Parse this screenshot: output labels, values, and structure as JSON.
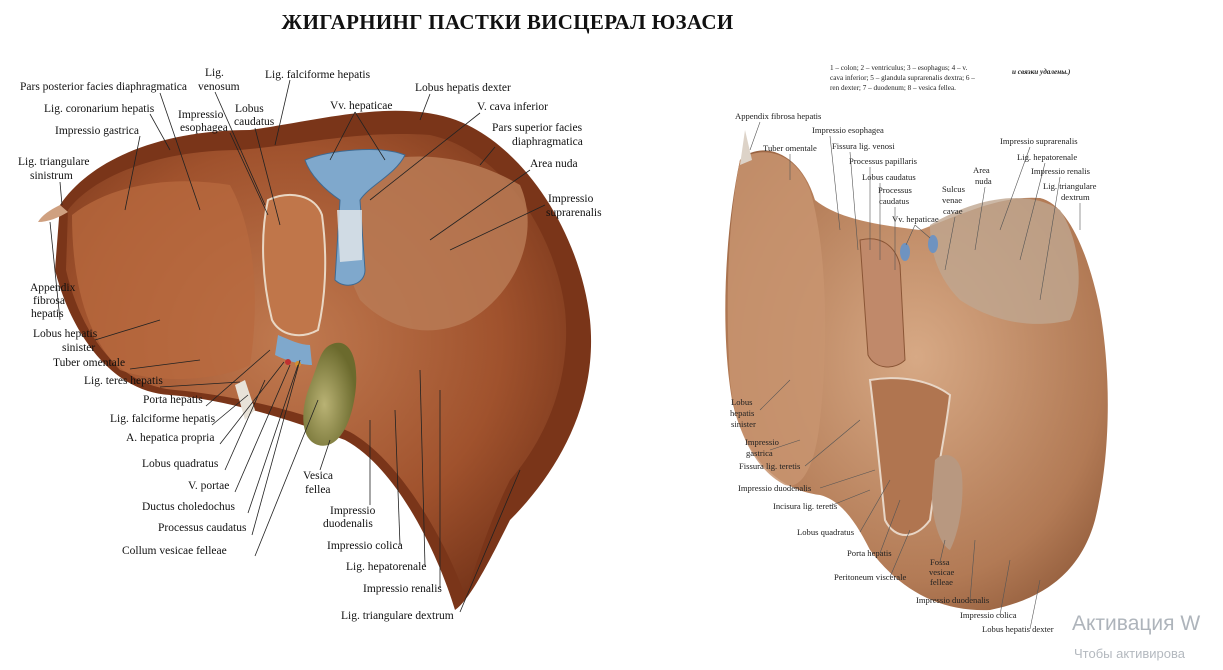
{
  "title": "ЖИГАРНИНГ  ПАСТКИ ВИСЦЕРАЛ ЮЗАСИ",
  "left_figure": {
    "labels": {
      "pars_post": "Pars posterior facies diaphragmatica",
      "lig_ven_1": "Lig.",
      "lig_ven_2": "venosum",
      "lig_falc_top": "Lig. falciforme hepatis",
      "lobus_dexter": "Lobus hepatis dexter",
      "lig_coronar": "Lig. coronarium hepatis",
      "imp_esoph_1": "Impressio",
      "imp_esoph_2": "esophagea",
      "lob_caud_1": "Lobus",
      "lob_caud_2": "caudatus",
      "vv_hep": "Vv. hepaticae",
      "v_cava": "V. cava inferior",
      "imp_gastr": "Impressio gastrica",
      "pars_sup_1": "Pars superior facies",
      "pars_sup_2": "diaphragmatica",
      "lig_tri_sin_1": "Lig. triangulare",
      "lig_tri_sin_2": "sinistrum",
      "area_nuda": "Area nuda",
      "imp_supra_1": "Impressio",
      "imp_supra_2": "suprarenalis",
      "append_1": "Appendix",
      "append_2": "fibrosa",
      "append_3": "hepatis",
      "lob_sin_1": "Lobus hepatis",
      "lob_sin_2": "sinister",
      "tuber": "Tuber omentale",
      "lig_teres": "Lig. teres hepatis",
      "porta": "Porta hepatis",
      "lig_falc_low": "Lig. falciforme hepatis",
      "a_hep": "A. hepatica propria",
      "lob_quad": "Lobus quadratus",
      "v_portae": "V. portae",
      "ductus": "Ductus choledochus",
      "proc_caud": "Processus caudatus",
      "collum": "Collum vesicae felleae",
      "vesica_1": "Vesica",
      "vesica_2": "fellea",
      "imp_duod_1": "Impressio",
      "imp_duod_2": "duodenalis",
      "imp_colica": "Impressio colica",
      "lig_hepatoren": "Lig. hepatorenale",
      "imp_renalis": "Impressio renalis",
      "lig_tri_dex": "Lig. triangulare dextrum"
    }
  },
  "right_figure": {
    "caption": {
      "line1": "1 – colon; 2 – ventriculus; 3 – esophagus; 4 – v.",
      "line2": "cava inferior; 5 – glandula suprarenalis dextra; 6 –",
      "line3": "ren dexter; 7 – duodenum; 8 – vesica fellea.",
      "note": "и связки удалены.)"
    },
    "labels": {
      "append": "Appendix fibrosa hepatis",
      "imp_esoph": "Impressio esophagea",
      "tuber": "Tuber omentale",
      "fiss_ven": "Fissura lig. venosi",
      "proc_pap": "Processus papillaris",
      "lob_caud": "Lobus caudatus",
      "proc_caud_1": "Processus",
      "proc_caud_2": "caudatus",
      "vv_hep": "Vv. hepaticae",
      "imp_supra": "Impressio suprarenalis",
      "lig_hepatoren": "Lig. hepatorenale",
      "area_1": "Area",
      "area_2": "nuda",
      "sulcus_1": "Sulcus",
      "sulcus_2": "venae",
      "sulcus_3": "cavae",
      "imp_ren": "Impressio renalis",
      "lig_tri_1": "Lig. triangulare",
      "lig_tri_2": "dextrum",
      "lob_sin_1": "Lobus",
      "lob_sin_2": "hepatis",
      "lob_sin_3": "sinister",
      "imp_gastr_1": "Impressio",
      "imp_gastr_2": "gastrica",
      "fiss_teres": "Fissura lig. teretis",
      "imp_duod_l": "Impressio duodenalis",
      "incis": "Incisura lig. teretis",
      "lob_quad": "Lobus quadratus",
      "porta": "Porta hepatis",
      "perit": "Peritoneum viscerale",
      "fossa_1": "Fossa",
      "fossa_2": "vesicae",
      "fossa_3": "felleae",
      "imp_duod_r": "Impressio duodenalis",
      "imp_colica": "Impressio colica",
      "lob_dex": "Lobus hepatis dexter"
    }
  },
  "watermark": {
    "main": "Активация W",
    "sub": "Чтобы активирова"
  },
  "colors": {
    "liver_dark": "#7d3a1f",
    "liver_mid": "#a95a35",
    "liver_light": "#c98a63",
    "vessel_blue": "#7fa8cc",
    "gallbladder": "#8a8a46",
    "right_liver": "#b7835e"
  }
}
